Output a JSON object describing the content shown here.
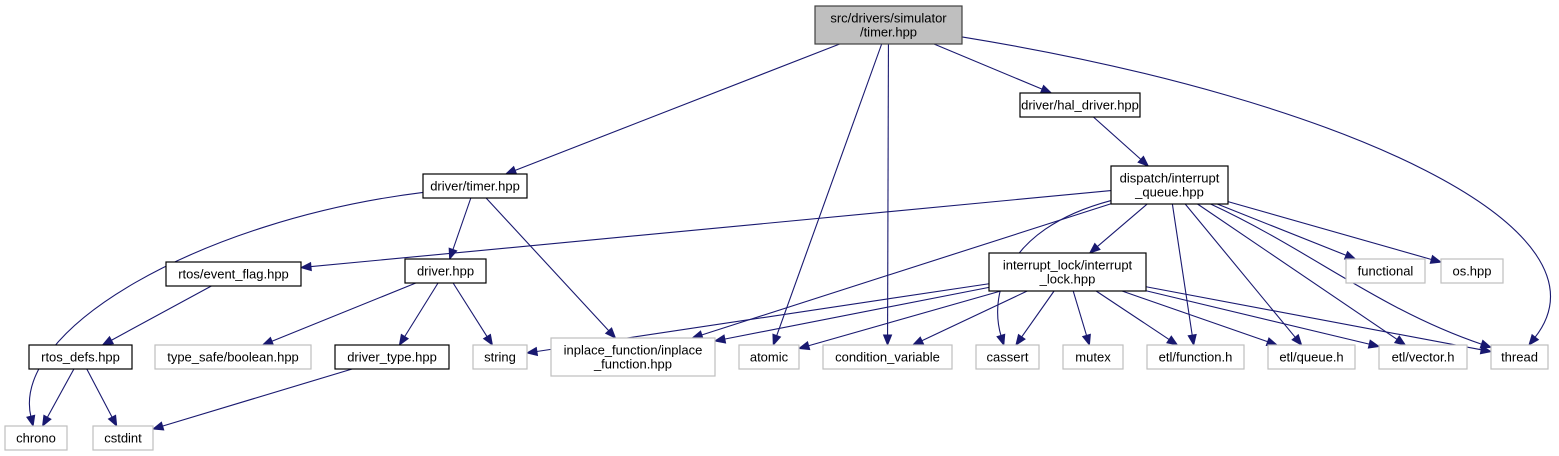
{
  "title": "Include dependency graph for src/drivers/simulator/timer.hpp",
  "colors": {
    "edge": "#191970",
    "root_fill": "#bfbfbf",
    "root_stroke": "#404040",
    "doc_stroke": "#000000",
    "external_stroke": "#bfbfbf",
    "node_fill": "#ffffff"
  },
  "nodes": [
    {
      "id": "root",
      "label": [
        "src/drivers/simulator",
        "/timer.hpp"
      ],
      "kind": "root"
    },
    {
      "id": "hal_driver",
      "label": [
        "driver/hal_driver.hpp"
      ],
      "kind": "documented"
    },
    {
      "id": "driver_timer",
      "label": [
        "driver/timer.hpp"
      ],
      "kind": "documented"
    },
    {
      "id": "interrupt_queue",
      "label": [
        "dispatch/interrupt",
        "_queue.hpp"
      ],
      "kind": "documented"
    },
    {
      "id": "event_flag",
      "label": [
        "rtos/event_flag.hpp"
      ],
      "kind": "documented"
    },
    {
      "id": "driver",
      "label": [
        "driver.hpp"
      ],
      "kind": "documented"
    },
    {
      "id": "interrupt_lock",
      "label": [
        "interrupt_lock/interrupt",
        "_lock.hpp"
      ],
      "kind": "documented"
    },
    {
      "id": "functional",
      "label": [
        "functional"
      ],
      "kind": "external"
    },
    {
      "id": "os",
      "label": [
        "os.hpp"
      ],
      "kind": "external"
    },
    {
      "id": "rtos_defs",
      "label": [
        "rtos_defs.hpp"
      ],
      "kind": "documented"
    },
    {
      "id": "boolean",
      "label": [
        "type_safe/boolean.hpp"
      ],
      "kind": "external"
    },
    {
      "id": "driver_type",
      "label": [
        "driver_type.hpp"
      ],
      "kind": "documented"
    },
    {
      "id": "string",
      "label": [
        "string"
      ],
      "kind": "external"
    },
    {
      "id": "inplace_function",
      "label": [
        "inplace_function/inplace",
        "_function.hpp"
      ],
      "kind": "external"
    },
    {
      "id": "atomic",
      "label": [
        "atomic"
      ],
      "kind": "external"
    },
    {
      "id": "condition_variable",
      "label": [
        "condition_variable"
      ],
      "kind": "external"
    },
    {
      "id": "cassert",
      "label": [
        "cassert"
      ],
      "kind": "external"
    },
    {
      "id": "mutex",
      "label": [
        "mutex"
      ],
      "kind": "external"
    },
    {
      "id": "etl_function",
      "label": [
        "etl/function.h"
      ],
      "kind": "external"
    },
    {
      "id": "etl_queue",
      "label": [
        "etl/queue.h"
      ],
      "kind": "external"
    },
    {
      "id": "etl_vector",
      "label": [
        "etl/vector.h"
      ],
      "kind": "external"
    },
    {
      "id": "thread",
      "label": [
        "thread"
      ],
      "kind": "external"
    },
    {
      "id": "chrono",
      "label": [
        "chrono"
      ],
      "kind": "external"
    },
    {
      "id": "cstdint",
      "label": [
        "cstdint"
      ],
      "kind": "external"
    }
  ],
  "edges": [
    [
      "root",
      "driver_timer"
    ],
    [
      "root",
      "atomic"
    ],
    [
      "root",
      "condition_variable"
    ],
    [
      "root",
      "hal_driver"
    ],
    [
      "root",
      "thread"
    ],
    [
      "hal_driver",
      "interrupt_queue"
    ],
    [
      "driver_timer",
      "chrono"
    ],
    [
      "driver_timer",
      "driver"
    ],
    [
      "driver_timer",
      "inplace_function"
    ],
    [
      "interrupt_queue",
      "event_flag"
    ],
    [
      "interrupt_queue",
      "inplace_function"
    ],
    [
      "interrupt_queue",
      "cassert"
    ],
    [
      "interrupt_queue",
      "interrupt_lock"
    ],
    [
      "interrupt_queue",
      "etl_function"
    ],
    [
      "interrupt_queue",
      "etl_queue"
    ],
    [
      "interrupt_queue",
      "etl_vector"
    ],
    [
      "interrupt_queue",
      "thread"
    ],
    [
      "interrupt_queue",
      "functional"
    ],
    [
      "interrupt_queue",
      "os"
    ],
    [
      "event_flag",
      "rtos_defs"
    ],
    [
      "driver",
      "boolean"
    ],
    [
      "driver",
      "driver_type"
    ],
    [
      "driver",
      "string"
    ],
    [
      "interrupt_lock",
      "string"
    ],
    [
      "interrupt_lock",
      "inplace_function"
    ],
    [
      "interrupt_lock",
      "atomic"
    ],
    [
      "interrupt_lock",
      "condition_variable"
    ],
    [
      "interrupt_lock",
      "cassert"
    ],
    [
      "interrupt_lock",
      "mutex"
    ],
    [
      "interrupt_lock",
      "etl_function"
    ],
    [
      "interrupt_lock",
      "etl_queue"
    ],
    [
      "interrupt_lock",
      "etl_vector"
    ],
    [
      "interrupt_lock",
      "thread"
    ],
    [
      "rtos_defs",
      "chrono"
    ],
    [
      "rtos_defs",
      "cstdint"
    ],
    [
      "driver_type",
      "cstdint"
    ]
  ]
}
